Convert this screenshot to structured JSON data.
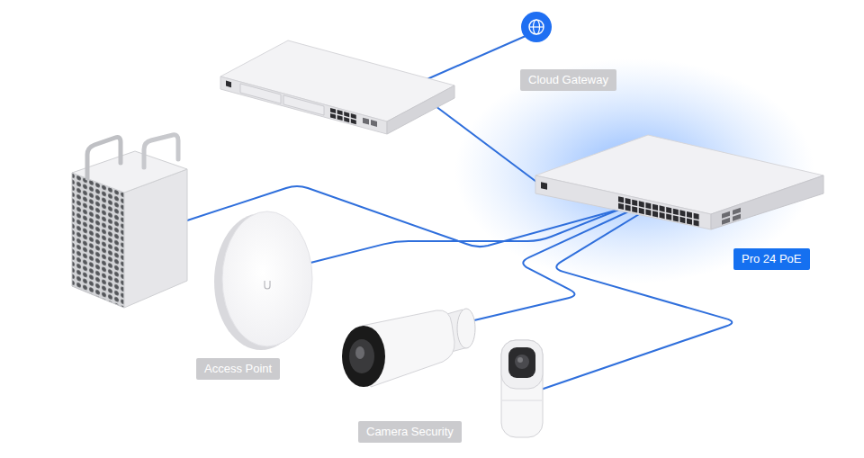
{
  "diagram": {
    "nodes": [
      {
        "text": [
          "Cloud Gateway"
        ]
      },
      {
        "text": [
          "Pro 24 PoE"
        ]
      },
      {
        "text": [
          "Access Point"
        ]
      },
      {
        "text": [
          "Camera Security"
        ]
      }
    ],
    "edges": [
      {
        "from": 0,
        "to": 1,
        "arrow": "none"
      },
      {
        "from": 1,
        "to": 2,
        "arrow": "none"
      },
      {
        "from": 1,
        "to": 3,
        "arrow": "none"
      },
      {
        "from": 1,
        "to": 3,
        "arrow": "none"
      }
    ]
  }
}
